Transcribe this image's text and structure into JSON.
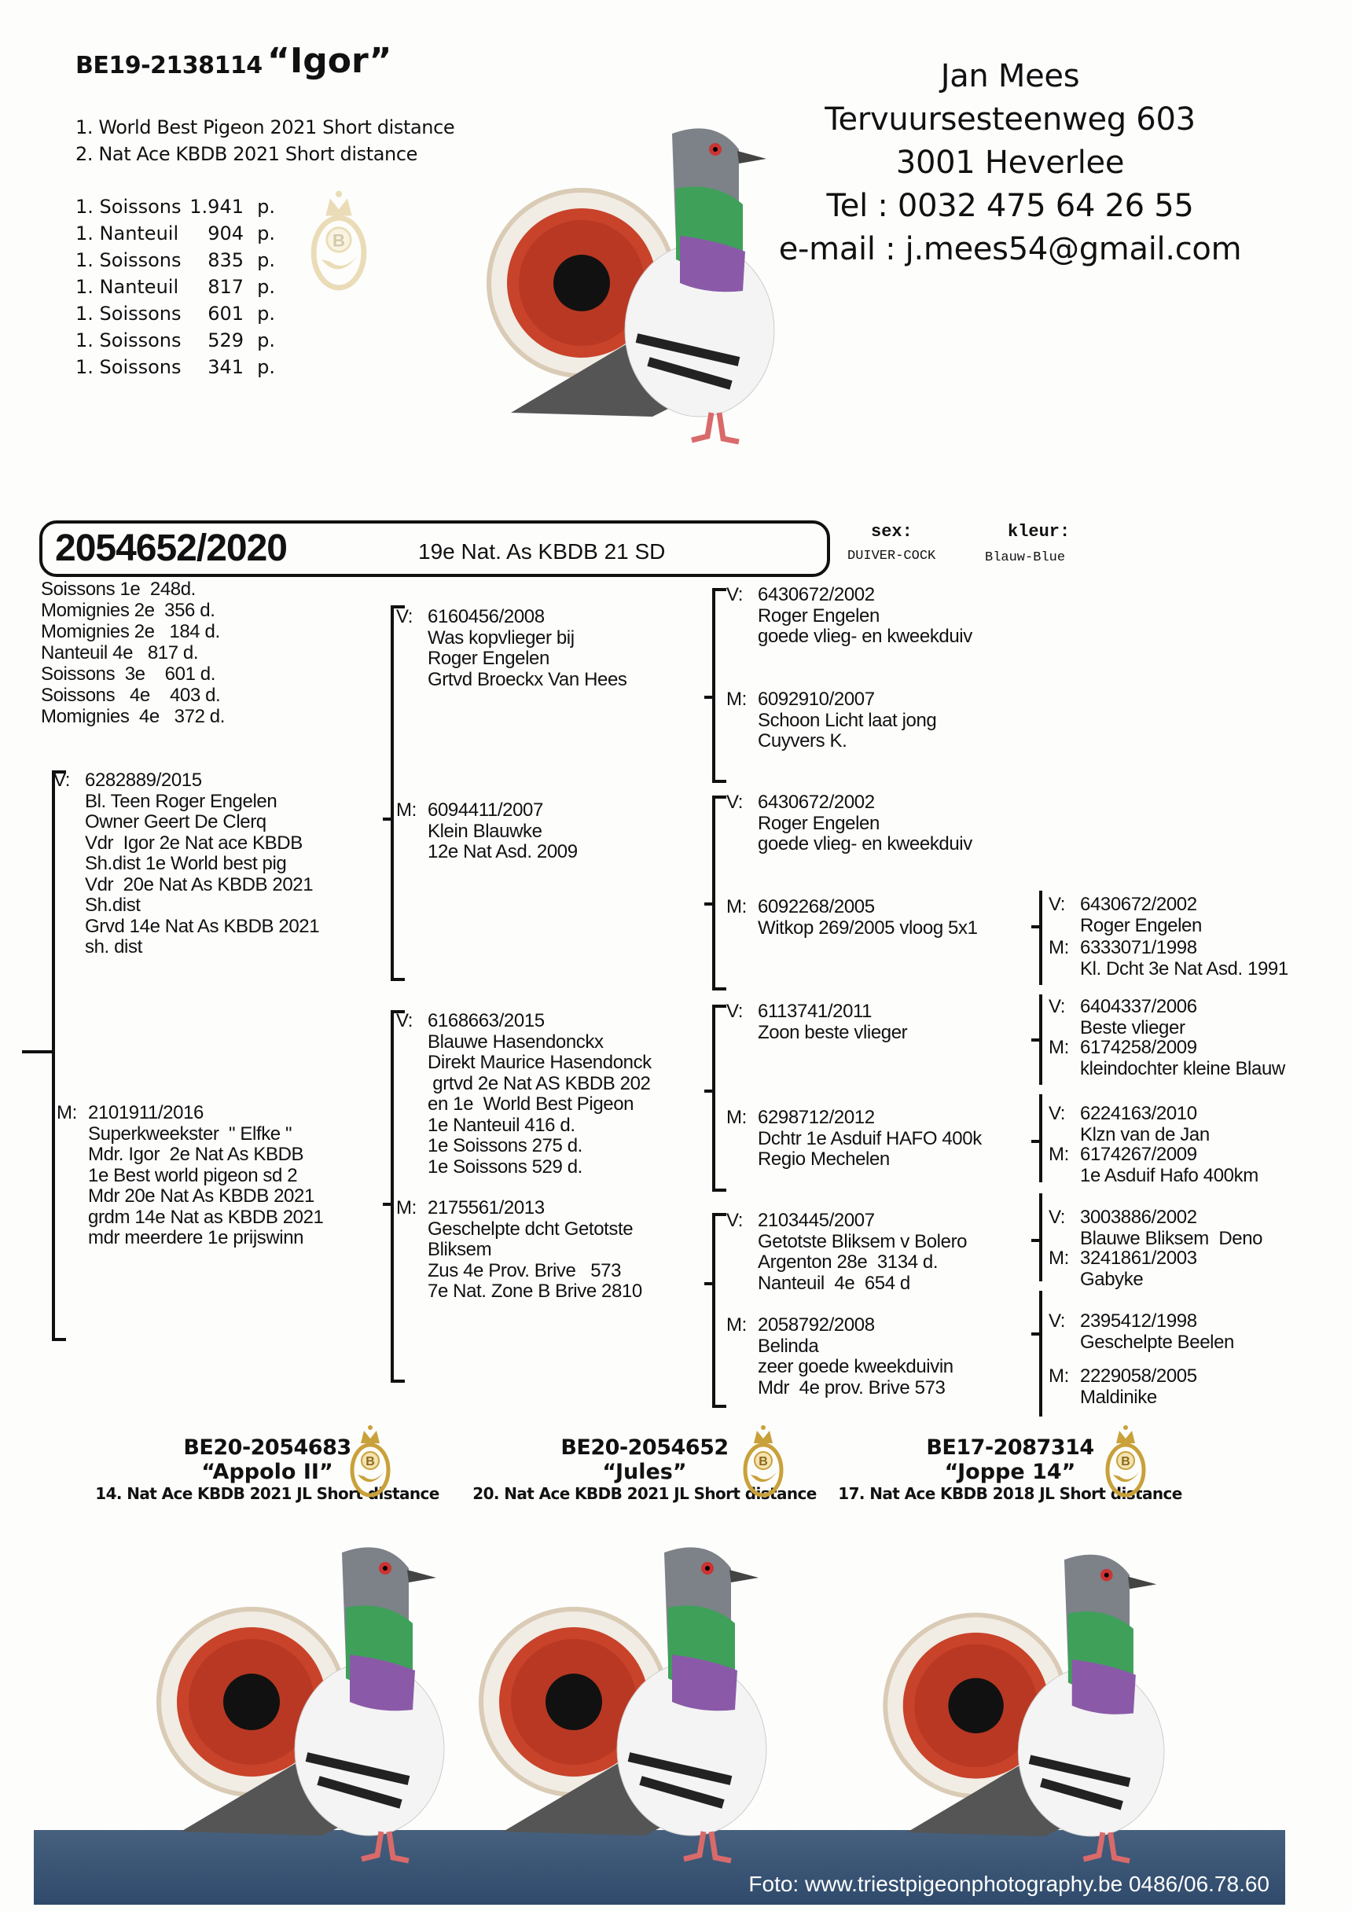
{
  "header": {
    "ring": "BE19-2138114",
    "name": "“Igor”",
    "achievements": [
      "1. World Best Pigeon 2021 Short distance",
      "2. Nat Ace KBDB 2021 Short distance"
    ],
    "results": [
      {
        "place": "1. Soissons",
        "prize": "1.941",
        "unit": "p."
      },
      {
        "place": "1. Nanteuil",
        "prize": "904",
        "unit": "p."
      },
      {
        "place": "1. Soissons",
        "prize": "835",
        "unit": "p."
      },
      {
        "place": "1. Nanteuil",
        "prize": "817",
        "unit": "p."
      },
      {
        "place": "1. Soissons",
        "prize": "601",
        "unit": "p."
      },
      {
        "place": "1. Soissons",
        "prize": "529",
        "unit": "p."
      },
      {
        "place": "1. Soissons",
        "prize": "341",
        "unit": "p."
      }
    ]
  },
  "contact": {
    "name": "Jan Mees",
    "street": "Tervuursesteenweg 603",
    "city": "3001 Heverlee",
    "phone": "Tel : 0032 475 64 26 55",
    "email": "e-mail : j.mees54@gmail.com"
  },
  "pedigree": {
    "ring": "2054652/2020",
    "title": "19e Nat. As KBDB 21 SD",
    "sex_label": "sex:",
    "sex_value": "DUIVER-COCK",
    "color_label": "kleur:",
    "color_value": "Blauw-Blue",
    "results": [
      "Soissons 1e  248d.",
      "Momignies 2e  356 d.",
      "Momignies 2e   184 d.",
      "Nanteuil 4e   817 d.",
      "Soissons  3e    601 d.",
      "Soissons   4e    403 d.",
      "Momignies  4e   372 d."
    ],
    "sire": {
      "prefix": "V:",
      "lines": [
        "6282889/2015",
        "Bl. Teen Roger Engelen",
        "Owner Geert De Clerq",
        "Vdr  Igor 2e Nat ace KBDB",
        "Sh.dist 1e World best pig",
        "Vdr  20e Nat As KBDB 2021",
        "Sh.dist",
        "Grvd 14e Nat As KBDB 2021",
        "sh. dist"
      ]
    },
    "dam": {
      "prefix": "M:",
      "lines": [
        "2101911/2016",
        "Superkweekster  \" Elfke \"",
        "Mdr. Igor  2e Nat As KBDB",
        "1e Best world pigeon sd 2",
        "Mdr 20e Nat As KBDB 2021",
        "grdm 14e Nat as KBDB 2021",
        "mdr meerdere 1e prijswinn"
      ]
    },
    "gen2": [
      {
        "prefix": "V:",
        "lines": [
          "6160456/2008",
          "Was kopvlieger bij",
          "Roger Engelen",
          "Grtvd Broeckx Van Hees"
        ]
      },
      {
        "prefix": "M:",
        "lines": [
          "6094411/2007",
          "Klein Blauwke",
          "12e Nat Asd. 2009"
        ]
      },
      {
        "prefix": "V:",
        "lines": [
          "6168663/2015",
          "Blauwe Hasendonckx",
          "Direkt Maurice Hasendonck",
          " grtvd 2e Nat AS KBDB 202",
          "en 1e  World Best Pigeon",
          "1e Nanteuil 416 d.",
          "1e Soissons 275 d.",
          "1e Soissons 529 d."
        ]
      },
      {
        "prefix": "M:",
        "lines": [
          "2175561/2013",
          "Geschelpte dcht Getotste",
          "Bliksem",
          "Zus 4e Prov. Brive   573",
          "7e Nat. Zone B Brive 2810"
        ]
      }
    ],
    "gen3": [
      {
        "prefix": "V:",
        "lines": [
          "6430672/2002",
          "Roger Engelen",
          "goede vlieg- en kweekduiv"
        ]
      },
      {
        "prefix": "M:",
        "lines": [
          "6092910/2007",
          "Schoon Licht laat jong",
          "Cuyvers K."
        ]
      },
      {
        "prefix": "V:",
        "lines": [
          "6430672/2002",
          "Roger Engelen",
          "goede vlieg- en kweekduiv"
        ]
      },
      {
        "prefix": "M:",
        "lines": [
          "6092268/2005",
          "Witkop 269/2005 vloog 5x1"
        ]
      },
      {
        "prefix": "V:",
        "lines": [
          "6113741/2011",
          "Zoon beste vlieger"
        ]
      },
      {
        "prefix": "M:",
        "lines": [
          "6298712/2012",
          "Dchtr 1e Asduif HAFO 400k",
          "Regio Mechelen"
        ]
      },
      {
        "prefix": "V:",
        "lines": [
          "2103445/2007",
          "Getotste Bliksem v Bolero",
          "Argenton 28e  3134 d.",
          "Nanteuil  4e  654 d"
        ]
      },
      {
        "prefix": "M:",
        "lines": [
          "2058792/2008",
          "Belinda",
          "zeer goede kweekduivin",
          "Mdr  4e prov. Brive 573"
        ]
      }
    ],
    "gen4": [
      {
        "prefix": "V:",
        "lines": [
          "6430672/2002",
          "Roger Engelen"
        ]
      },
      {
        "prefix": "M:",
        "lines": [
          "6333071/1998",
          "Kl. Dcht 3e Nat Asd. 1991"
        ]
      },
      {
        "prefix": "V:",
        "lines": [
          "6404337/2006",
          "Beste vlieger"
        ]
      },
      {
        "prefix": "M:",
        "lines": [
          "6174258/2009",
          "kleindochter kleine Blauw"
        ]
      },
      {
        "prefix": "V:",
        "lines": [
          "6224163/2010",
          "Klzn van de Jan"
        ]
      },
      {
        "prefix": "M:",
        "lines": [
          "6174267/2009",
          "1e Asduif Hafo 400km"
        ]
      },
      {
        "prefix": "V:",
        "lines": [
          "3003886/2002",
          "Blauwe Bliksem  Deno"
        ]
      },
      {
        "prefix": "M:",
        "lines": [
          "3241861/2003",
          "Gabyke"
        ]
      },
      {
        "prefix": "V:",
        "lines": [
          "2395412/1998",
          "Geschelpte Beelen"
        ]
      },
      {
        "prefix": "M:",
        "lines": [
          "2229058/2005",
          "Maldinike"
        ]
      }
    ]
  },
  "offspring": [
    {
      "ring": "BE20-2054683",
      "name": "“Appolo II”",
      "achievement": "14. Nat Ace KBDB 2021 JL Short distance"
    },
    {
      "ring": "BE20-2054652",
      "name": "“Jules”",
      "achievement": "20. Nat Ace KBDB 2021 JL Short distance"
    },
    {
      "ring": "BE17-2087314",
      "name": "“Joppe 14”",
      "achievement": "17. Nat Ace KBDB 2018 JL Short distance"
    }
  ],
  "badge_letter": "B",
  "footer": {
    "credit": "Foto: www.triestpigeonphotography.be 0486/06.78.60"
  },
  "colors": {
    "footer": "#3a5574",
    "eye": "#c8432a",
    "gold": "#c9a13a",
    "neck_green": "#3fa05a",
    "neck_purple": "#8a5aa8"
  }
}
